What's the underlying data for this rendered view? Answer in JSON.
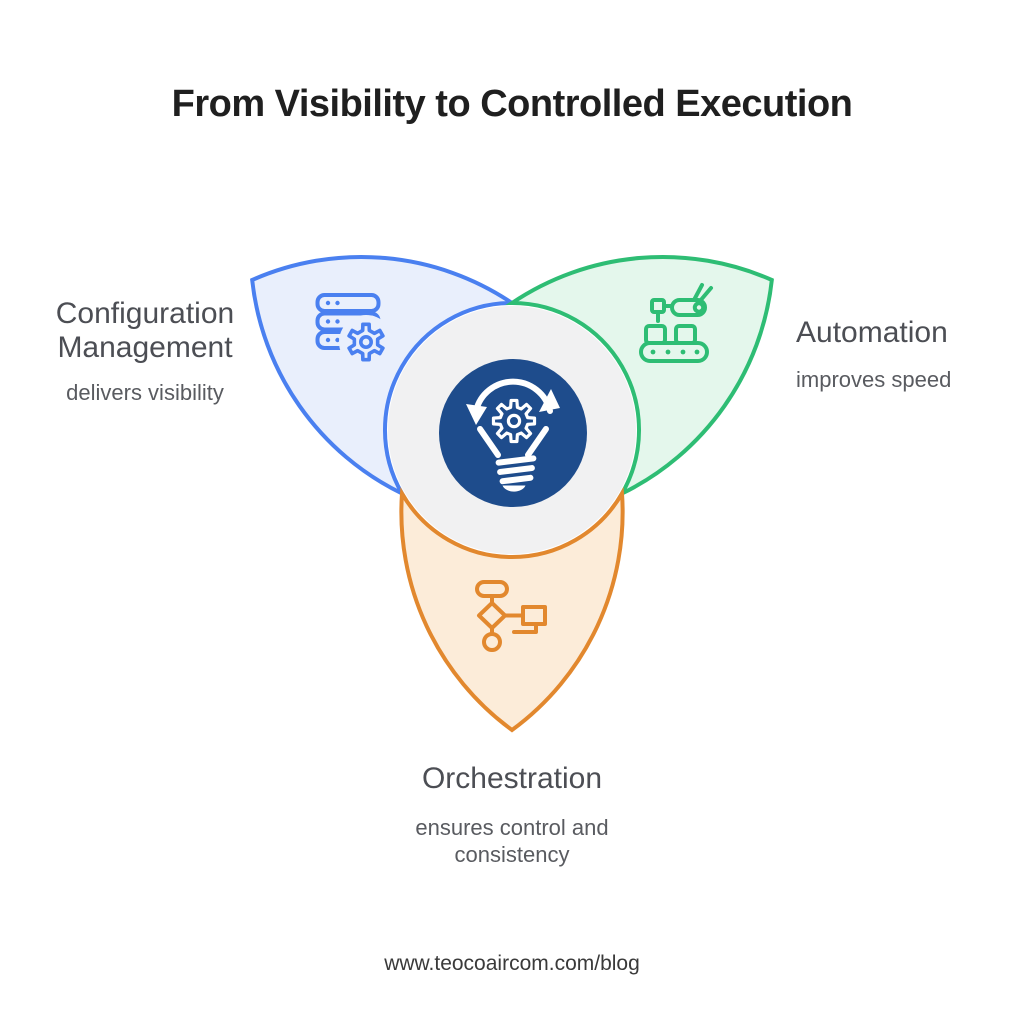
{
  "title": "From Visibility to Controlled Execution",
  "footer": "www.teocoaircom.com/blog",
  "center": {
    "icon": "lightbulb-gear-icon"
  },
  "petals": {
    "configuration": {
      "label": "Configuration Management",
      "sublabel": "delivers visibility",
      "icon": "server-gear-icon"
    },
    "automation": {
      "label": "Automation",
      "sublabel": "improves speed",
      "icon": "robot-conveyor-icon"
    },
    "orchestration": {
      "label": "Orchestration",
      "sublabel": "ensures control and consistency",
      "icon": "flowchart-icon"
    }
  },
  "colors": {
    "blue": "#4a80f0",
    "blue_fill": "#e9effc",
    "green": "#2ebd74",
    "green_fill": "#e4f7ec",
    "orange": "#e2882e",
    "orange_fill": "#fcecd9",
    "navy": "#1e4c8c",
    "gray_circle": "#f1f1f2",
    "title_text": "#1f1f1f",
    "label_text": "#4c4e54",
    "sub_text": "#595b60",
    "footer_text": "#3a3a3a"
  }
}
